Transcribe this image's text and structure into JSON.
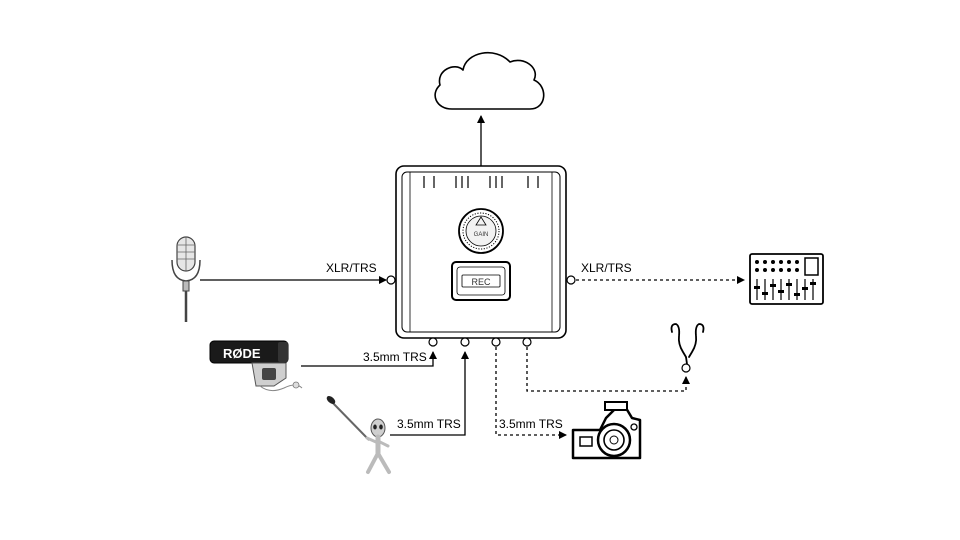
{
  "diagram": {
    "connections": {
      "mic_xlr": "XLR/TRS",
      "mixer_xlr": "XLR/TRS",
      "shotgun_trs": "3.5mm TRS",
      "boom_trs": "3.5mm TRS",
      "camera_trs": "3.5mm TRS"
    },
    "device": {
      "knob_label": "GAIN",
      "button_label": "REC"
    },
    "brand": {
      "shotgun_logo": "RØDE"
    }
  }
}
